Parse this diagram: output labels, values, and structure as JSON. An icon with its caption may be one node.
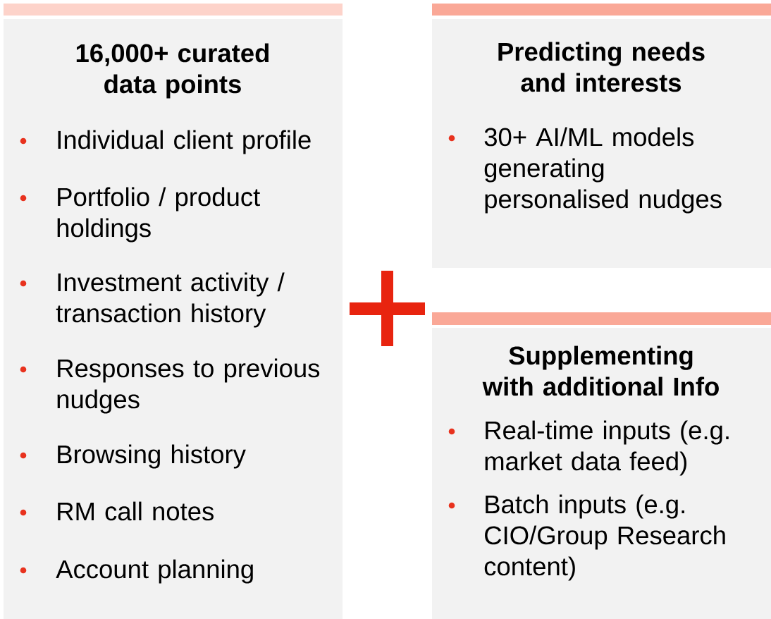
{
  "diagram": {
    "nodes": [
      {
        "text": [
          "16,000+ curated data points",
          "Individual client profile",
          "Portfolio / product holdings",
          "Investment activity / transaction history",
          "Responses to previous nudges",
          "Browsing history",
          "RM call notes",
          "Account planning"
        ]
      },
      {
        "text": [
          "Predicting needs and interests",
          "30+ AI/ML models generating personalised nudges"
        ]
      },
      {
        "text": [
          "Supplementing with additional Info",
          "Real-time inputs (e.g. market data feed)",
          "Batch inputs (e.g. CIO/Group Research content)"
        ]
      }
    ]
  }
}
